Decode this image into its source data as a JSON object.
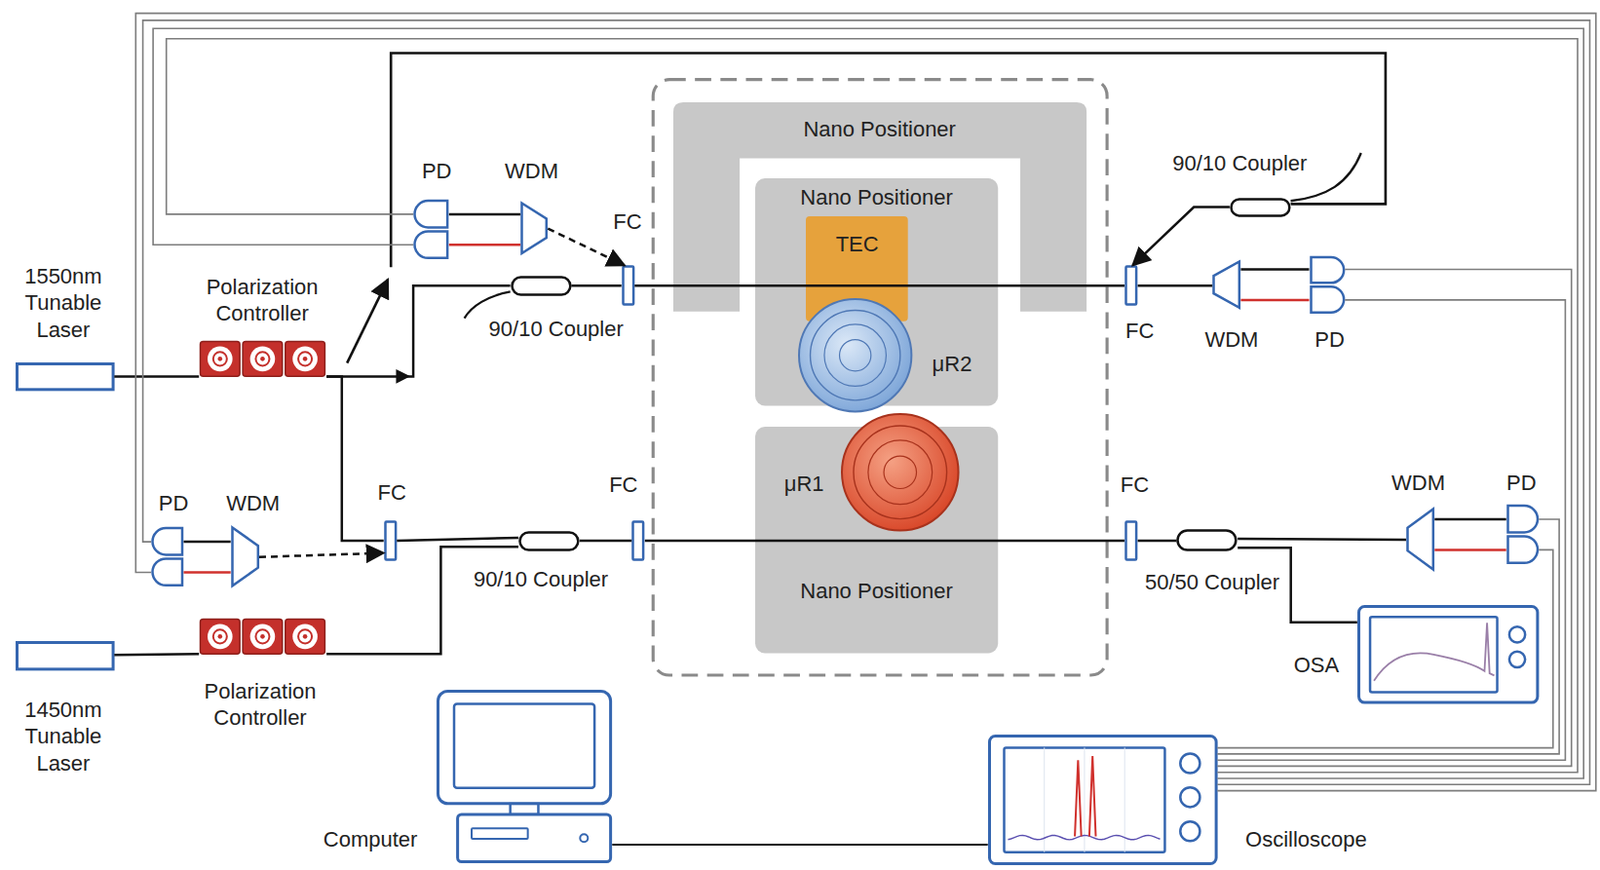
{
  "diagram": {
    "nodes": [
      {
        "text": [
          "1550nm Tunable Laser"
        ]
      },
      {
        "text": [
          "Polarization Controller"
        ]
      },
      {
        "text": [
          "PD"
        ]
      },
      {
        "text": [
          "WDM"
        ]
      },
      {
        "text": [
          "90/10 Coupler"
        ]
      },
      {
        "text": [
          "FC"
        ]
      },
      {
        "text": [
          "Nano Positioner"
        ]
      },
      {
        "text": [
          "Nano Positioner"
        ]
      },
      {
        "text": [
          "TEC"
        ],
        "in": 7
      },
      {
        "text": [
          "μR2"
        ],
        "in": 7
      },
      {
        "text": [
          "90/10 Coupler"
        ]
      },
      {
        "text": [
          "FC"
        ]
      },
      {
        "text": [
          "WDM"
        ]
      },
      {
        "text": [
          "PD"
        ]
      },
      {
        "text": [
          "Nano Positioner"
        ]
      },
      {
        "text": [
          "μR1"
        ],
        "in": 14
      },
      {
        "text": [
          "PD"
        ]
      },
      {
        "text": [
          "WDM"
        ]
      },
      {
        "text": [
          "FC"
        ]
      },
      {
        "text": [
          "90/10 Coupler"
        ]
      },
      {
        "text": [
          "FC"
        ]
      },
      {
        "text": [
          "FC"
        ]
      },
      {
        "text": [
          "50/50 Coupler"
        ]
      },
      {
        "text": [
          "WDM"
        ]
      },
      {
        "text": [
          "PD"
        ]
      },
      {
        "text": [
          "OSA"
        ]
      },
      {
        "text": [
          "1450nm Tunable Laser"
        ]
      },
      {
        "text": [
          "Polarization Controller"
        ]
      },
      {
        "text": [
          "Computer"
        ]
      },
      {
        "text": [
          "Oscilloscope"
        ]
      }
    ],
    "edges": [
      {
        "from": 0,
        "to": 1,
        "arrow": "none"
      },
      {
        "from": 1,
        "to": 4,
        "arrow": "none"
      },
      {
        "from": 1,
        "to": 18,
        "arrow": "none"
      },
      {
        "from": 4,
        "to": 5,
        "arrow": "none"
      },
      {
        "from": 5,
        "to": 11,
        "arrow": "none"
      },
      {
        "from": 11,
        "to": 12,
        "arrow": "none"
      },
      {
        "from": 12,
        "to": 13,
        "arrow": "none"
      },
      {
        "from": 3,
        "to": 2,
        "arrow": "none"
      },
      {
        "from": 3,
        "to": 5,
        "arrow": "to"
      },
      {
        "from": 10,
        "to": 11,
        "arrow": "to"
      },
      {
        "from": 18,
        "to": 19,
        "arrow": "none"
      },
      {
        "from": 19,
        "to": 20,
        "arrow": "none"
      },
      {
        "from": 20,
        "to": 21,
        "arrow": "none"
      },
      {
        "from": 21,
        "to": 22,
        "arrow": "none"
      },
      {
        "from": 22,
        "to": 23,
        "arrow": "none"
      },
      {
        "from": 23,
        "to": 24,
        "arrow": "none"
      },
      {
        "from": 22,
        "to": 25,
        "arrow": "none"
      },
      {
        "from": 17,
        "to": 16,
        "arrow": "none"
      },
      {
        "from": 17,
        "to": 18,
        "arrow": "to"
      },
      {
        "from": 26,
        "to": 27,
        "arrow": "none"
      },
      {
        "from": 27,
        "to": 19,
        "arrow": "none"
      },
      {
        "from": 28,
        "to": 29,
        "arrow": "none"
      },
      {
        "from": 13,
        "to": 29,
        "arrow": "none"
      },
      {
        "from": 24,
        "to": 29,
        "arrow": "none"
      },
      {
        "from": 2,
        "to": 29,
        "arrow": "none"
      },
      {
        "from": 16,
        "to": 29,
        "arrow": "none"
      }
    ]
  }
}
